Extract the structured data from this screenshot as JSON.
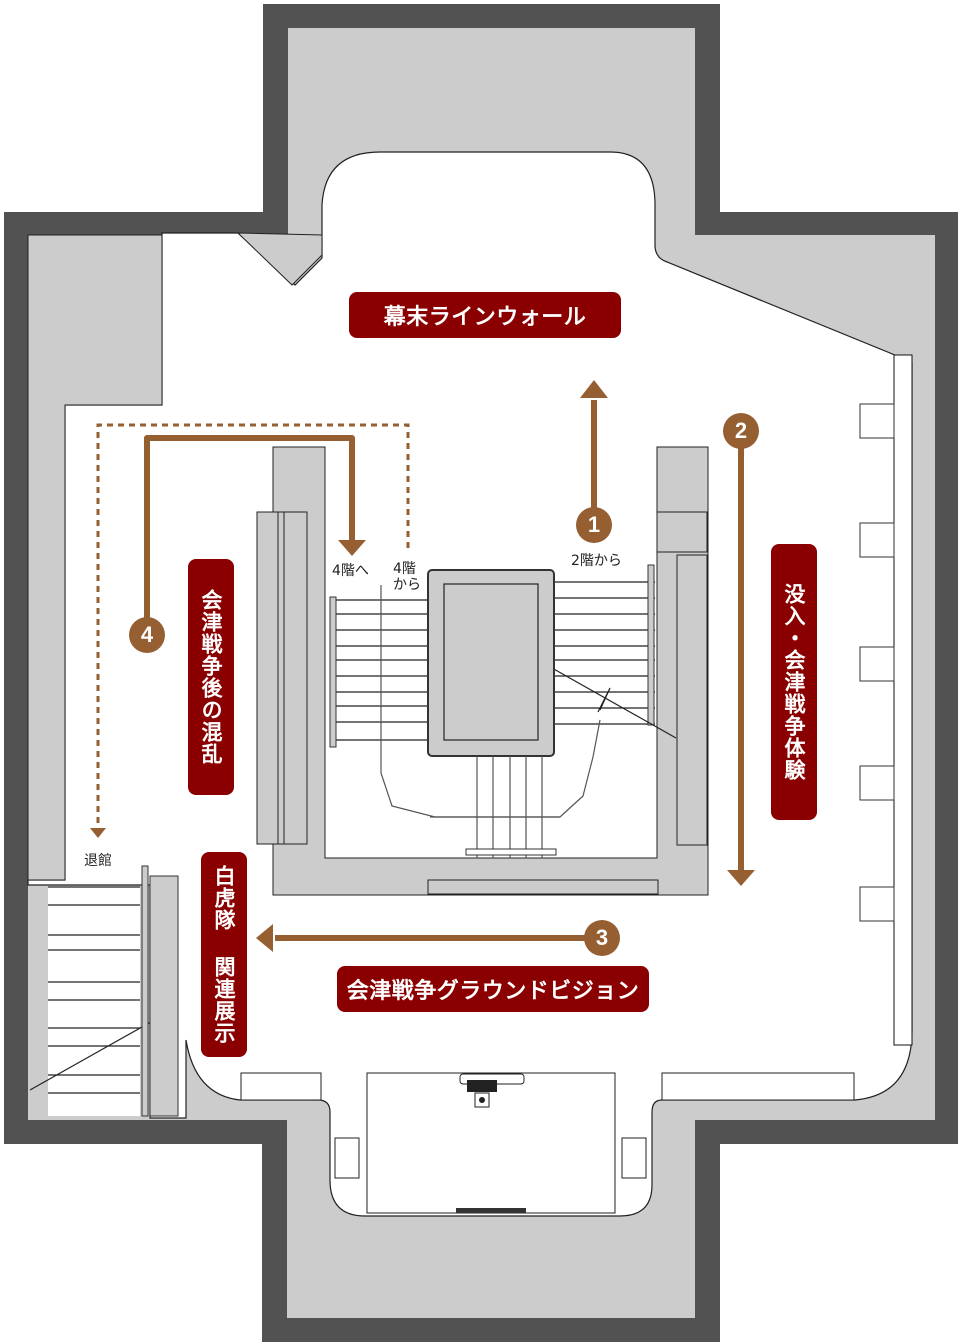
{
  "map": {
    "colors": {
      "wall": "#525252",
      "floor_border": "#cccccc",
      "floor": "#ffffff",
      "route": "#955f32",
      "label_bg": "#8a0000",
      "label_text": "#ffffff"
    },
    "zones": {
      "bakumatsu_line_wall": "幕末ラインウォール",
      "immersive_experience": "没入・会津戦争体験",
      "ground_vision": "会津戦争グラウンドビジョン",
      "byakkotai_exhibit": "白虎隊 関連展示",
      "post_war_turmoil": "会津戦争後の混乱"
    },
    "route_markers": {
      "m1": "1",
      "m2": "2",
      "m3": "3",
      "m4": "4"
    },
    "notes": {
      "from_2f": "2階から",
      "to_4f": "4階へ",
      "from_4f_line1": "4階",
      "from_4f_line2": "から",
      "exit": "退館"
    }
  }
}
